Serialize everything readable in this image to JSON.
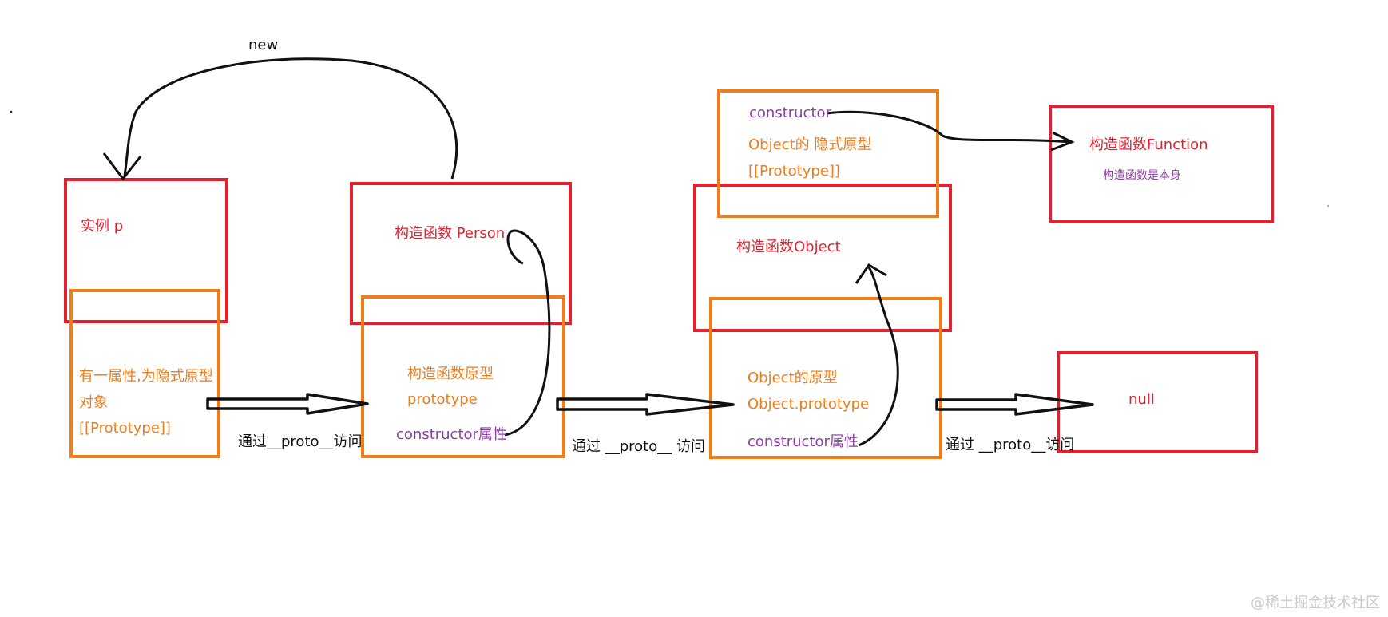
{
  "labels": {
    "new": "new",
    "instance_p": "实例 p",
    "instance_proto_line1": "有一属性,为隐式原型",
    "instance_proto_line2": "对象",
    "instance_proto_line3": "[[Prototype]]",
    "person_ctor": "构造函数 Person",
    "person_proto_line1": "构造函数原型",
    "person_proto_line2": "prototype",
    "person_constructor_attr": "constructor属性",
    "object_top_constructor": "constructor",
    "object_implicit_line1": "Object的 隐式原型",
    "object_implicit_line2": "[[Prototype]]",
    "object_ctor": "构造函数Object",
    "object_proto_line1": "Object的原型",
    "object_proto_line2": "Object.prototype",
    "object_constructor_attr": "constructor属性",
    "function_ctor": "构造函数Function",
    "function_note": "构造函数是本身",
    "null": "null",
    "via_proto_1": "通过__proto__访问",
    "via_proto_2": "通过 __proto__ 访问",
    "via_proto_3": "通过 __proto__访问"
  },
  "watermark": "@稀土掘金技术社区",
  "colors": {
    "red": "#e0212f",
    "orange": "#ee7d1c",
    "purple": "#8a3ea0",
    "black": "#111111"
  }
}
